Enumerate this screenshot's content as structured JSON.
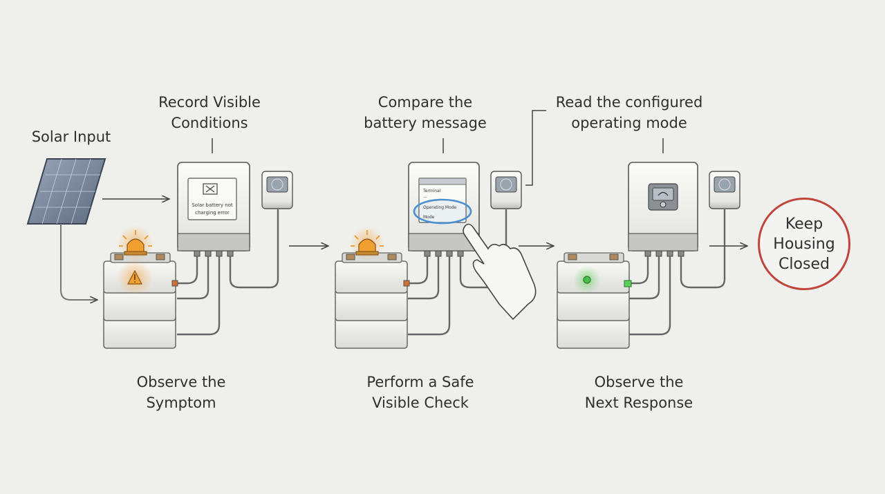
{
  "labels": {
    "solar_input": "Solar Input",
    "record": [
      "Record Visible",
      "Conditions"
    ],
    "compare": [
      "Compare the",
      "battery message"
    ],
    "read_mode": [
      "Read the configured",
      "operating mode"
    ],
    "observe_symptom": [
      "Observe the",
      "Symptom"
    ],
    "safe_check": [
      "Perform a Safe",
      "Visible Check"
    ],
    "next_response": [
      "Observe the",
      "Next Response"
    ],
    "keep_housing": [
      "Keep",
      "Housing",
      "Closed"
    ]
  },
  "screens": {
    "error_line1": "Solar battery not",
    "error_line2": "charging error",
    "menu_item1": "Terminal",
    "menu_item2": "Operating Mode",
    "menu_item3": "Mode"
  },
  "colors": {
    "warning_beacon": "#f0a030",
    "ok_led": "#4cc04a",
    "callout_ring": "#c0443a",
    "highlight_ring": "#4a90d0"
  }
}
